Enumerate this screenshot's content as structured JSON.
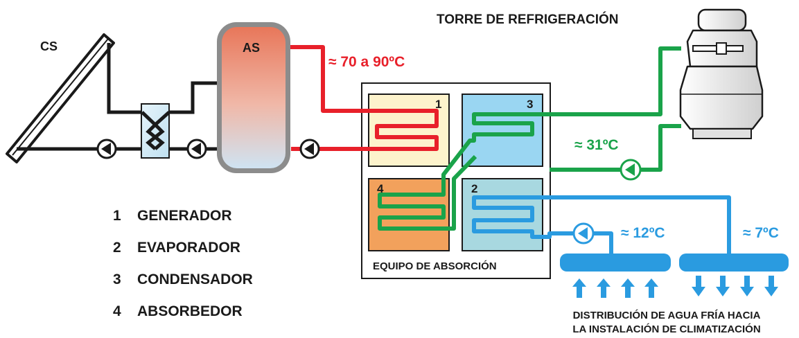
{
  "labels": {
    "cs": "CS",
    "as": "AS",
    "cooling_tower": "TORRE DE REFRIGERACIÓN",
    "temp_hot": "≈ 70 a 90ºC",
    "temp_condenser": "≈ 31ºC",
    "temp_return": "≈ 12ºC",
    "temp_supply": "≈ 7ºC",
    "absorption_unit": "EQUIPO DE ABSORCIÓN",
    "distribution_line1": "DISTRIBUCIÓN DE AGUA FRÍA HACIA",
    "distribution_line2": "LA INSTALACIÓN DE CLIMATIZACIÓN"
  },
  "components": {
    "generator_num": "1",
    "evaporator_num": "2",
    "condenser_num": "3",
    "absorber_num": "4"
  },
  "legend": [
    {
      "num": "1",
      "name": "GENERADOR"
    },
    {
      "num": "2",
      "name": "EVAPORADOR"
    },
    {
      "num": "3",
      "name": "CONDENSADOR"
    },
    {
      "num": "4",
      "name": "ABSORBEDOR"
    }
  ],
  "colors": {
    "hot": "#e8202a",
    "condenser": "#1aa34a",
    "cold": "#2a9be0",
    "pipe": "#1a1a1a",
    "generator_fill": "#fdf3cc",
    "condenser_fill": "#9ad6f2",
    "absorber_fill": "#f2a15c",
    "evaporator_fill": "#a8d8e0"
  }
}
